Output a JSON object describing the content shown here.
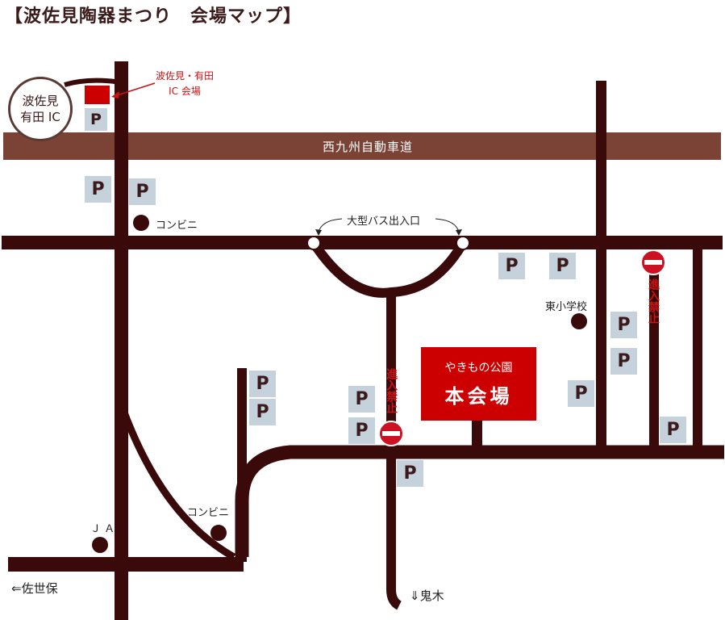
{
  "title": "【波佐見陶器まつり　会場マップ】",
  "interchange": {
    "line1": "波佐見",
    "line2": "有田 IC"
  },
  "ic_venue": {
    "line1": "波佐見・有田",
    "line2": "IC 会場"
  },
  "expressway": "西九州自動車道",
  "bus_entrance": "大型バス出入口",
  "venue": {
    "sub": "やきもの公園",
    "main": "本会場"
  },
  "landmarks": {
    "convenience_1": "コンビニ",
    "convenience_2": "コンビニ",
    "ja": "Ｊ Ａ",
    "school": "東小学校"
  },
  "no_entry_text": "進入禁止",
  "directions": {
    "west": "⇐佐世保",
    "south": "⇓鬼木"
  },
  "parking_symbol": "P",
  "colors": {
    "road": "#3a0a0a",
    "expressway": "#7a4335",
    "parking_bg": "#c5d2dc",
    "venue": "#cc0000",
    "no_entry": "#cc1122"
  }
}
